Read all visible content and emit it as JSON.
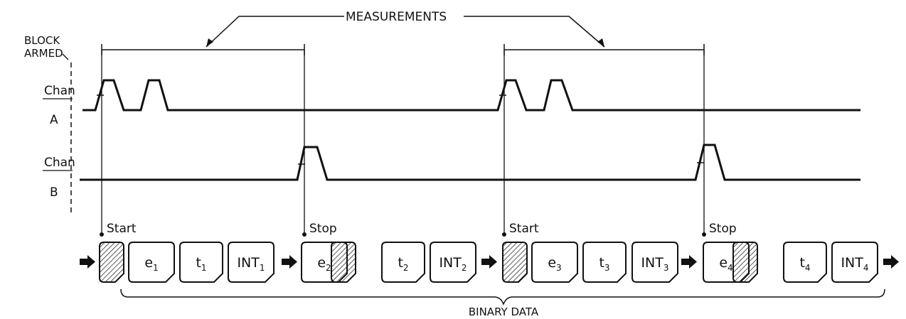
{
  "labels": {
    "block_armed_1": "BLOCK",
    "block_armed_2": "ARMED",
    "measurements": "MEASUREMENTS",
    "chan_a_1": "Chan",
    "chan_a_2": "A",
    "chan_b_1": "Chan",
    "chan_b_2": "B",
    "binary_data": "BINARY DATA"
  },
  "markers": [
    "Start",
    "Stop",
    "Start",
    "Stop"
  ],
  "boxes": [
    {
      "kind": "hatched"
    },
    {
      "kind": "text",
      "main": "e",
      "sub": "1"
    },
    {
      "kind": "text",
      "main": "t",
      "sub": "1"
    },
    {
      "kind": "text",
      "main": "INT",
      "sub": "1"
    },
    {
      "kind": "text",
      "main": "e",
      "sub": "2"
    },
    {
      "kind": "hatched"
    },
    {
      "kind": "text",
      "main": "t",
      "sub": "2"
    },
    {
      "kind": "text",
      "main": "INT",
      "sub": "2"
    },
    {
      "kind": "hatched"
    },
    {
      "kind": "text",
      "main": "e",
      "sub": "3"
    },
    {
      "kind": "text",
      "main": "t",
      "sub": "3"
    },
    {
      "kind": "text",
      "main": "INT",
      "sub": "3"
    },
    {
      "kind": "text",
      "main": "e",
      "sub": "4"
    },
    {
      "kind": "hatched"
    },
    {
      "kind": "text",
      "main": "t",
      "sub": "4"
    },
    {
      "kind": "text",
      "main": "INT",
      "sub": "4"
    }
  ],
  "colors": {
    "ink": "#111111",
    "background": "#ffffff"
  }
}
